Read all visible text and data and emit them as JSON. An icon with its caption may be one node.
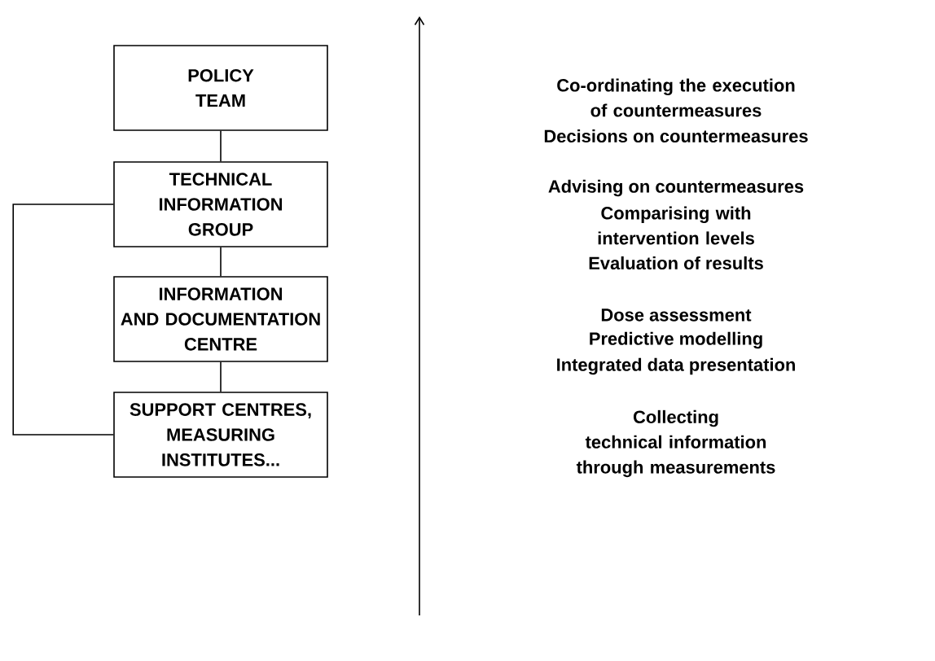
{
  "diagram": {
    "nodes": [
      {
        "text": [
          "POLICY TEAM"
        ]
      },
      {
        "text": [
          "TECHNICAL INFORMATION GROUP"
        ]
      },
      {
        "text": [
          "INFORMATION AND DOCUMENTATION CENTRE"
        ]
      },
      {
        "text": [
          "SUPPORT CENTRES, MEASURING INSTITUTES..."
        ]
      }
    ],
    "edges": [
      {
        "from": 0,
        "to": 1,
        "arrow": "none"
      },
      {
        "from": 1,
        "to": 2,
        "arrow": "none"
      },
      {
        "from": 2,
        "to": 3,
        "arrow": "none"
      },
      {
        "from": 1,
        "to": 3,
        "arrow": "none"
      }
    ],
    "labels": [
      "Co-ordinating the execution of countermeasures",
      "Decisions on countermeasures",
      "Advising on countermeasures",
      "Comparising with intervention levels",
      "Evaluation of results",
      "Dose assessment",
      "Predictive modelling",
      "Integrated data presentation",
      "Collecting technical information through measurements"
    ]
  }
}
